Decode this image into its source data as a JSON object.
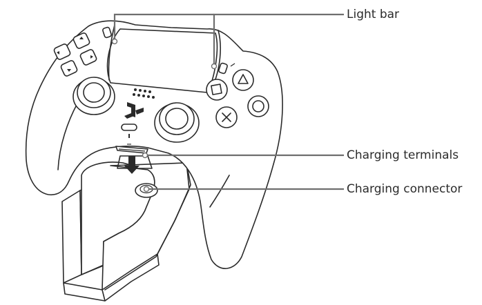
{
  "callouts": [
    {
      "id": "light-bar",
      "label": "Light bar"
    },
    {
      "id": "charging-terminals",
      "label": "Charging terminals"
    },
    {
      "id": "charging-connector",
      "label": "Charging connector"
    }
  ],
  "colors": {
    "line": "#2a2a2a",
    "leader": "#6e6e6e",
    "background": "#ffffff"
  },
  "icons": [
    "playstation-logo-icon",
    "triangle-button-icon",
    "circle-button-icon",
    "cross-button-icon",
    "square-button-icon",
    "down-arrow-icon"
  ]
}
